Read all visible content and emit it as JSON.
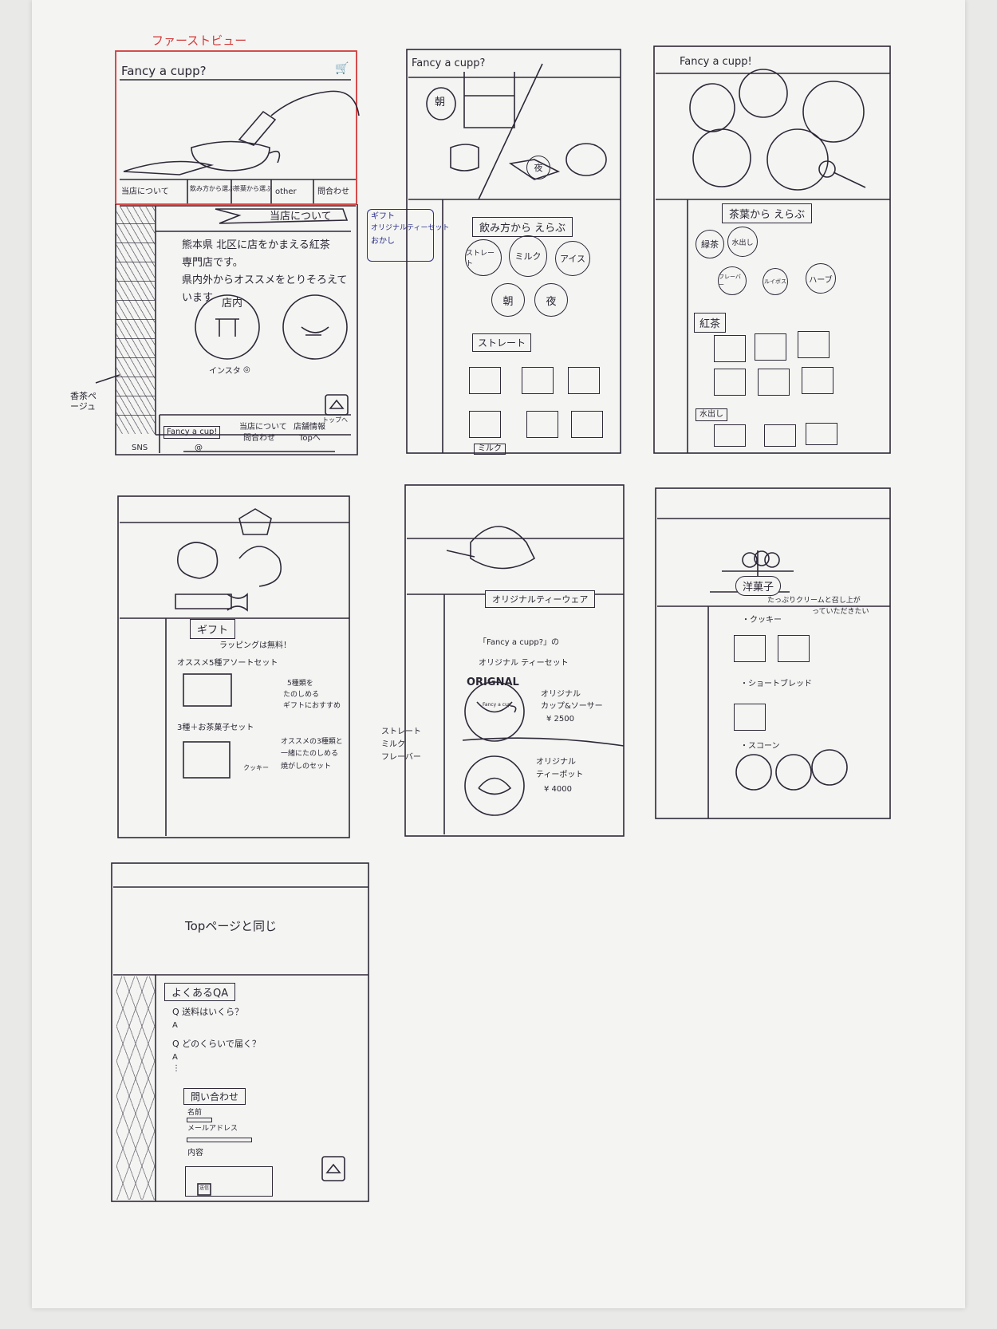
{
  "annotations": {
    "first_view": "ファーストビュー",
    "tea_page": "香茶ページュ",
    "gift_note": [
      "ギフト",
      "オリジナルティーセット",
      "おかし"
    ],
    "drink_types": [
      "ストレート",
      "ミルク",
      "フレーバー"
    ]
  },
  "panel_top": {
    "logo": "Fancy a cupp?",
    "nav": [
      "当店について",
      "飲み方から選ぶ",
      "茶葉から選ぶ",
      "other",
      "問合わせ"
    ],
    "section_banner": "当店について",
    "intro": [
      "熊本県 北区に店をかまえる紅茶",
      "専門店です。",
      "県内外からオススメをとりそろえて",
      "います"
    ],
    "shop_label": "店内",
    "instagram": "インスタ",
    "to_top": "トップへ",
    "footer_links": [
      "Fancy a cup!",
      "当店について",
      "問合わせ",
      "店舗情報",
      "Topへ"
    ],
    "footer_sns": "SNS",
    "footer_at": "@"
  },
  "panel_drink": {
    "logo": "Fancy a cupp?",
    "morning": "朝",
    "night": "夜",
    "banner": "飲み方から えらぶ",
    "circles": [
      "ストレート",
      "ミルク",
      "アイス",
      "朝",
      "夜"
    ],
    "category": "ストレート",
    "category2": "ミルク"
  },
  "panel_leaf": {
    "logo": "Fancy a cupp!",
    "banner": "茶葉から えらぶ",
    "circles": [
      "緑茶",
      "水出し",
      "フレーバー",
      "ルイボス",
      "ハーブ"
    ],
    "category": "紅茶",
    "category2": "水出し"
  },
  "panel_gift": {
    "banner": "ギフト",
    "free_wrap": "ラッピングは無料！",
    "item1": "オススメ5種アソートセット",
    "item1_desc": [
      "5種類を",
      "たのしめる",
      "ギフトにおすすめ"
    ],
    "item2": "3種＋お茶菓子セット",
    "item2_desc": [
      "オススメの3種類と",
      "一緒にたのしめる",
      "焼がしのセット"
    ],
    "item2_list_last": "クッキー"
  },
  "panel_ware": {
    "banner": "オリジナルティーウェア",
    "lead": [
      "「Fancy a cupp?」の",
      "オリジナル ティーセット"
    ],
    "badge": "ORIGNAL",
    "cup_logo": "Fancy a cup",
    "item1": [
      "オリジナル",
      "カップ&ソーサー",
      "¥ 2500"
    ],
    "item2": [
      "オリジナル",
      "ティーポット",
      "¥ 4000"
    ]
  },
  "panel_sweets": {
    "banner": "洋菓子",
    "note": [
      "たっぷりクリームと召し上が",
      "っていただきたい"
    ],
    "items": [
      "・クッキー",
      "・ショートブレッド",
      "・スコーン"
    ]
  },
  "panel_faq": {
    "same_as_top": "Topページと同じ",
    "faq_title": "よくあるQA",
    "faq": [
      "Q 送料はいくら？",
      "A",
      "Q どのくらいで届く？",
      "A",
      "⋮"
    ],
    "contact_title": "問い合わせ",
    "name_label": "名前",
    "email_label": "メールアドレス",
    "content_label": "内容",
    "send": "送信"
  }
}
